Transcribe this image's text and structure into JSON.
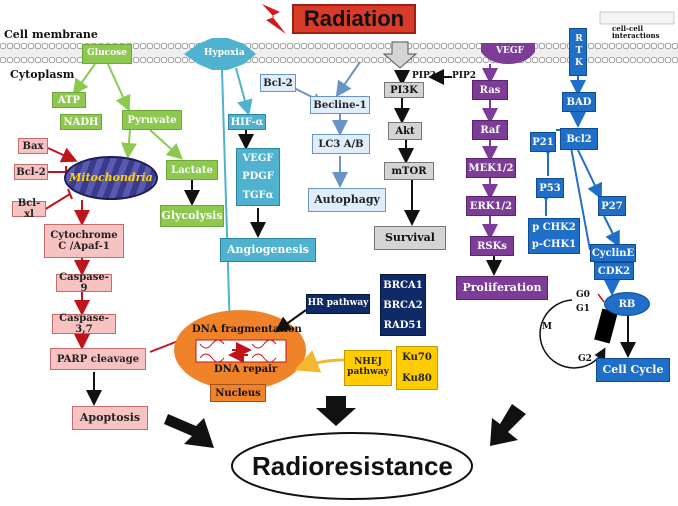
{
  "title": "Radiation",
  "membrane_label": "Cell membrane",
  "cytoplasm_label": "Cytoplasm",
  "cell_cell_label": "cell-cell interactions",
  "glucose": "Glucose",
  "hypoxia": "Hypoxia",
  "vegf_receptor": "VEGF",
  "rtk": "RTK",
  "atp": "ATP",
  "nadh": "NADH",
  "pyruvate": "Pyruvate",
  "lactate": "Lactate",
  "glycolysis": "Glycolysis",
  "mitochondria": "Mitochondria",
  "bax": "Bax",
  "bcl2_left": "Bcl-2",
  "bclxl": "Bcl-xl",
  "cytochrome": "Cytochrome C /Apaf-1",
  "caspase9": "Caspase-9",
  "caspase37": "Caspase-3,7",
  "parp": "PARP cleavage",
  "apoptosis": "Apoptosis",
  "hif": "HIF-α",
  "vegf_list": [
    "VEGF",
    "PDGF",
    "TGFα"
  ],
  "angiogenesis": "Angiogenesis",
  "bcl2_auto": "Bcl-2",
  "becline": "Becline-1",
  "lc3": "LC3 A/B",
  "autophagy": "Autophagy",
  "pip3": "PIP3",
  "pip2": "PIP2",
  "pi3k": "PI3K",
  "akt": "Akt",
  "mtor": "mTOR",
  "survival": "Survival",
  "ras": "Ras",
  "raf": "Raf",
  "mek": "MEK1/2",
  "erk": "ERK1/2",
  "rsks": "RSKs",
  "proliferation": "Proliferation",
  "bad": "BAD",
  "bcl2_right": "Bcl2",
  "p21": "P21",
  "p53": "P53",
  "p27": "P27",
  "chk2": "p CHK2",
  "chk1": "p-CHK1",
  "cycline": "CyclinE",
  "cdk2": "CDK2",
  "rb": "RB",
  "g0": "G0",
  "g1": "G1",
  "m": "M",
  "g2": "G2",
  "cell_cycle": "Cell Cycle",
  "hr_pathway": "HR pathway",
  "hr_genes": [
    "BRCA1",
    "BRCA2",
    "RAD51"
  ],
  "nhej_pathway": "NHEJ pathway",
  "nhej_genes": [
    "Ku70",
    "Ku80"
  ],
  "dna_frag": "DNA fragmentation",
  "dna_repair": "DNA repair",
  "nucleus": "Nucleus",
  "radioresistance": "Radioresistance"
}
